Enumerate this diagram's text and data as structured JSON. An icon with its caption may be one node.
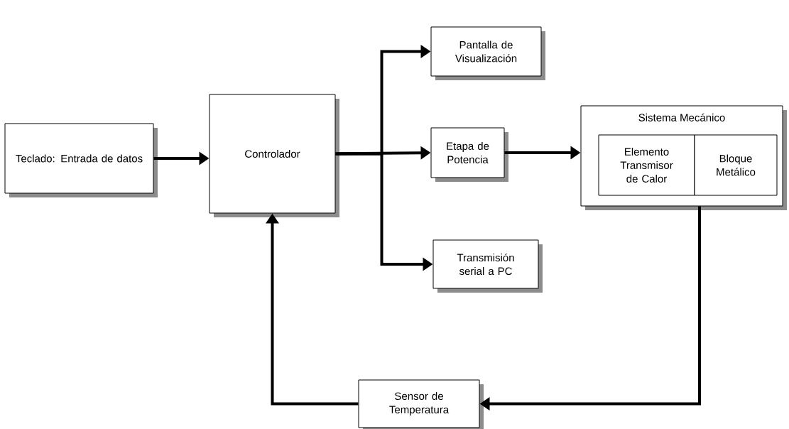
{
  "diagram": {
    "nodes": [
      {
        "text": [
          "Teclado: Entrada de datos"
        ]
      },
      {
        "text": [
          "Controlador"
        ]
      },
      {
        "text": [
          "Pantalla de Visualización"
        ]
      },
      {
        "text": [
          "Etapa de Potencia"
        ]
      },
      {
        "text": [
          "Transmisión serial a PC"
        ]
      },
      {
        "text": [
          "Sistema Mecánico"
        ]
      },
      {
        "text": [
          "Elemento Transmisor de Calor"
        ],
        "in": 5
      },
      {
        "text": [
          "Bloque Metálico"
        ],
        "in": 5
      },
      {
        "text": [
          "Sensor de Temperatura"
        ]
      }
    ],
    "edges": [
      {
        "from": 0,
        "to": 1,
        "arrow": "to"
      },
      {
        "from": 1,
        "to": 2,
        "arrow": "to"
      },
      {
        "from": 1,
        "to": 3,
        "arrow": "to"
      },
      {
        "from": 1,
        "to": 4,
        "arrow": "to"
      },
      {
        "from": 3,
        "to": 5,
        "arrow": "to"
      },
      {
        "from": 5,
        "to": 8,
        "arrow": "to"
      },
      {
        "from": 8,
        "to": 1,
        "arrow": "to"
      }
    ]
  }
}
